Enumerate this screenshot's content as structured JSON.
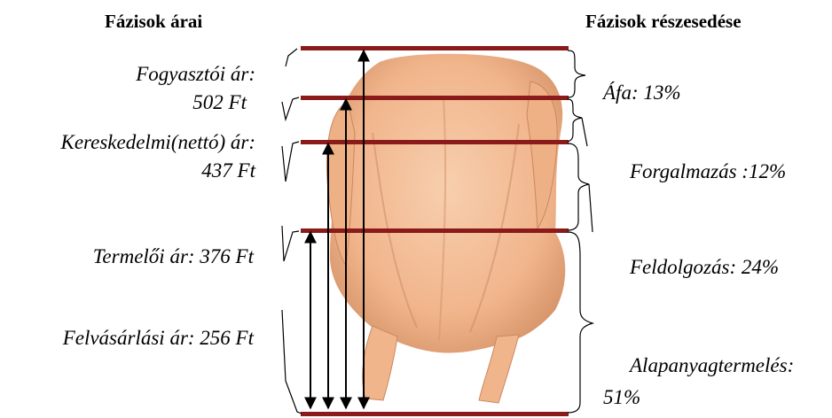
{
  "headers": {
    "left": "Fázisok árai",
    "right": "Fázisok részesedése"
  },
  "prices": [
    {
      "line1": "Fogyasztói ár:",
      "line2": "502 Ft"
    },
    {
      "line1": "Kereskedelmi(nettó) ár:",
      "line2": "437 Ft"
    },
    {
      "line1": "Termelői ár: 376 Ft"
    },
    {
      "line1": "Felvásárlási ár: 256  Ft"
    }
  ],
  "shares": [
    {
      "line1": "Áfa: 13%"
    },
    {
      "line1": "Forgalmazás :12%"
    },
    {
      "line1": "Feldolgozás: 24%"
    },
    {
      "line1": "Alapanyagtermelés:",
      "line2": "51%"
    }
  ],
  "colors": {
    "bar": "#8b1a1a",
    "chicken_fill": "#f3bd96",
    "chicken_shadow": "#c98863"
  }
}
